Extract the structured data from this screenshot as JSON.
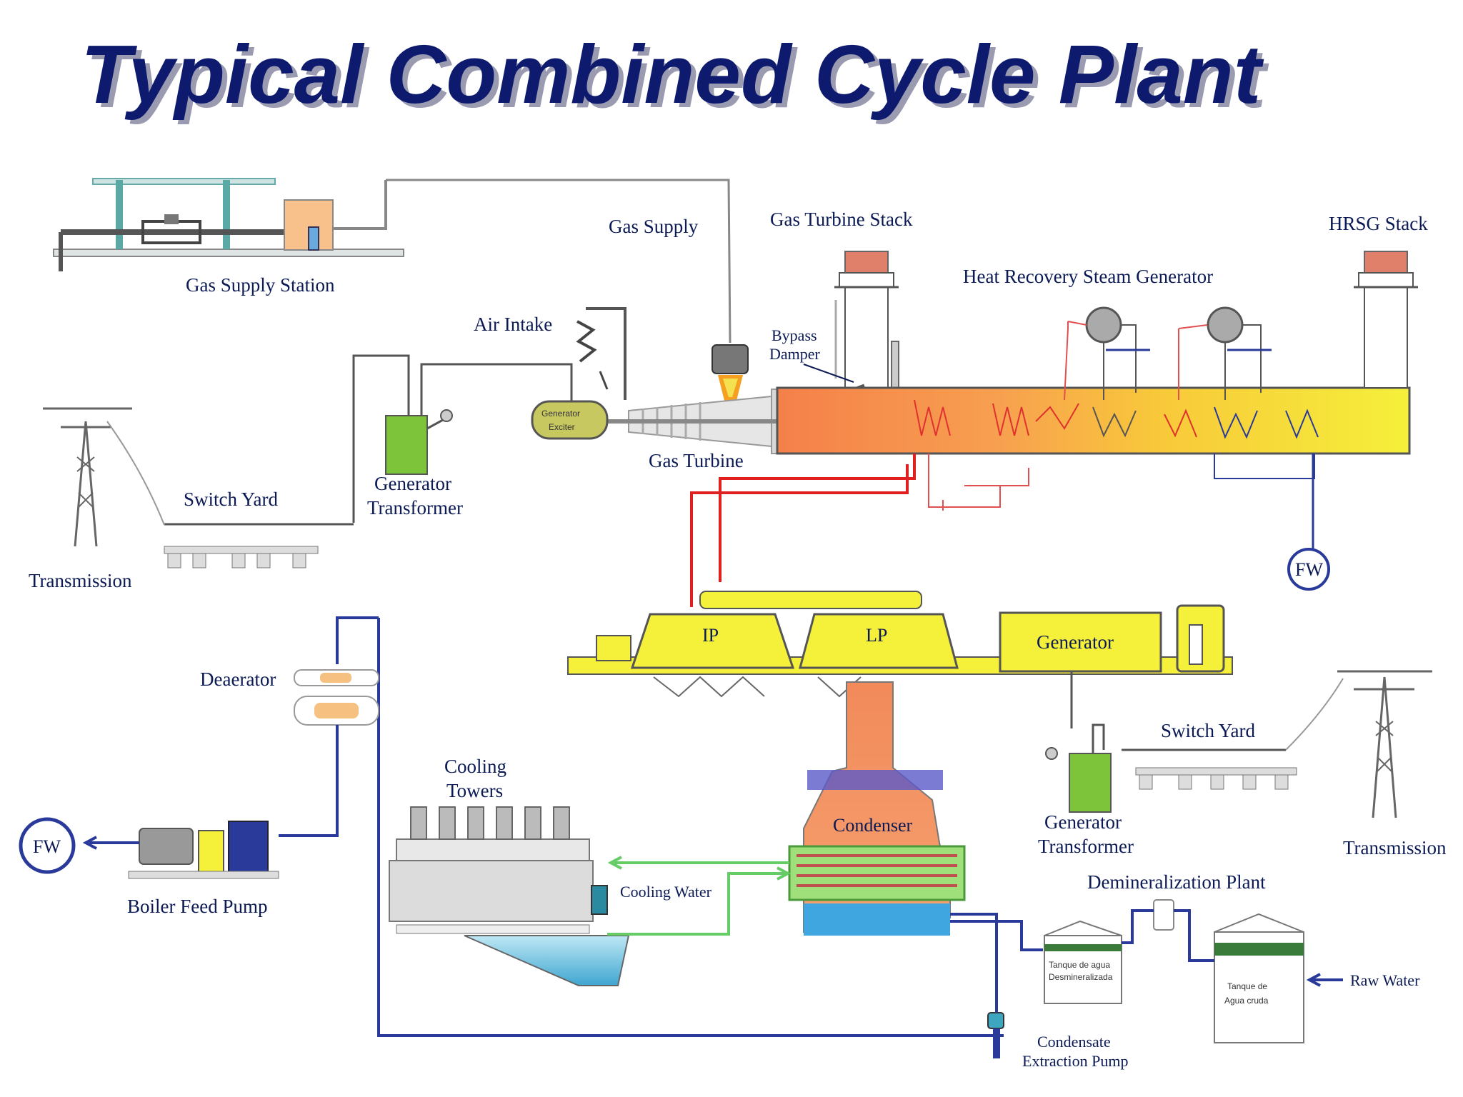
{
  "title": "Typical Combined Cycle Plant",
  "labels": {
    "gas_supply_station": "Gas Supply Station",
    "gas_supply": "Gas Supply",
    "gas_turbine_stack": "Gas Turbine Stack",
    "hrsg_stack": "HRSG Stack",
    "hrsg": "Heat Recovery Steam Generator",
    "air_intake": "Air Intake",
    "bypass_damper_1": "Bypass",
    "bypass_damper_2": "Damper",
    "gas_turbine": "Gas Turbine",
    "switch_yard_left": "Switch Yard",
    "gen_transformer_left_1": "Generator",
    "gen_transformer_left_2": "Transformer",
    "transmission_left": "Transmission",
    "fw_right": "FW",
    "ip": "IP",
    "lp": "LP",
    "generator": "Generator",
    "deaerator": "Deaerator",
    "fw_left": "FW",
    "boiler_feed_pump": "Boiler Feed Pump",
    "cooling_towers_1": "Cooling",
    "cooling_towers_2": "Towers",
    "cooling_water": "Cooling Water",
    "condenser": "Condenser",
    "gen_transformer_right_1": "Generator",
    "gen_transformer_right_2": "Transformer",
    "switch_yard_right": "Switch Yard",
    "transmission_right": "Transmission",
    "demineralization_plant": "Demineralization Plant",
    "raw_water": "Raw Water",
    "condensate_pump_1": "Condensate",
    "condensate_pump_2": "Extraction Pump",
    "generator_exciter_1": "Generator",
    "generator_exciter_2": "Exciter",
    "tank_demin_1": "Tanque de agua",
    "tank_demin_2": "Desmineralizada",
    "tank_raw_1": "Tanque de",
    "tank_raw_2": "Agua cruda"
  },
  "colors": {
    "title": "#0d1a6e",
    "label": "#0b1a55",
    "steam_line": "#e02020",
    "water_line": "#2a3a9a",
    "cooling_line": "#66cc66",
    "turbine_yellow": "#f5f03a",
    "hrsg_orange": "#f59a5a",
    "condenser_orange": "#f5916a",
    "transformer_green": "#7ec43a"
  }
}
